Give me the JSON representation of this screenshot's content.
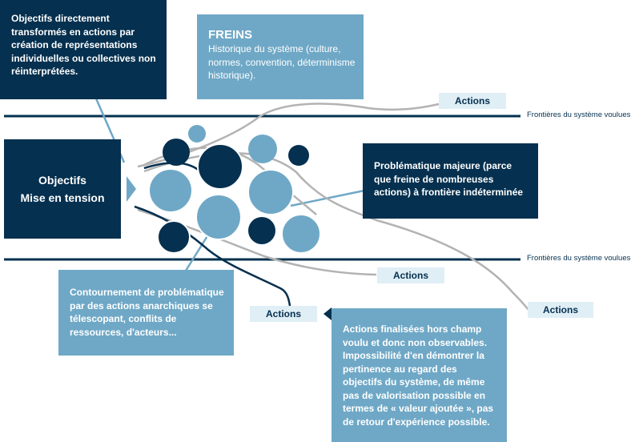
{
  "boxes": {
    "top_left": "Objectifs directement transformés en actions par création de représentations individuelles ou collectives non réinterprétées.",
    "freins_title": "FREINS",
    "freins_body": "Historique du système (culture, normes, convention, déterminisme historique).",
    "objectifs_line1": "Objectifs",
    "objectifs_line2": "Mise en tension",
    "problematique": "Problématique majeure (parce que freine de nombreuses actions) à frontière indéterminée",
    "contournement": "Contournement de problématique par des actions anarchiques se télescopant, conflits de ressources, d'acteurs...",
    "finalisees": "Actions finalisées hors champ voulu et donc non observables. Impossibilité d'en démontrer la pertinence au regard des objectifs du système, de même pas de valorisation possible en termes de « valeur ajoutée », pas de retour d'expérience possible."
  },
  "tags": {
    "actions_top": "Actions",
    "actions_middle": "Actions",
    "actions_left": "Actions",
    "actions_right": "Actions"
  },
  "frontiers": {
    "top": "Frontières du système voulues",
    "bottom": "Frontières du système voulues"
  },
  "colors": {
    "dark": "#05304f",
    "mid": "#6fa8c6",
    "light": "#e0eef6",
    "line_grey": "#b3b3b3"
  }
}
